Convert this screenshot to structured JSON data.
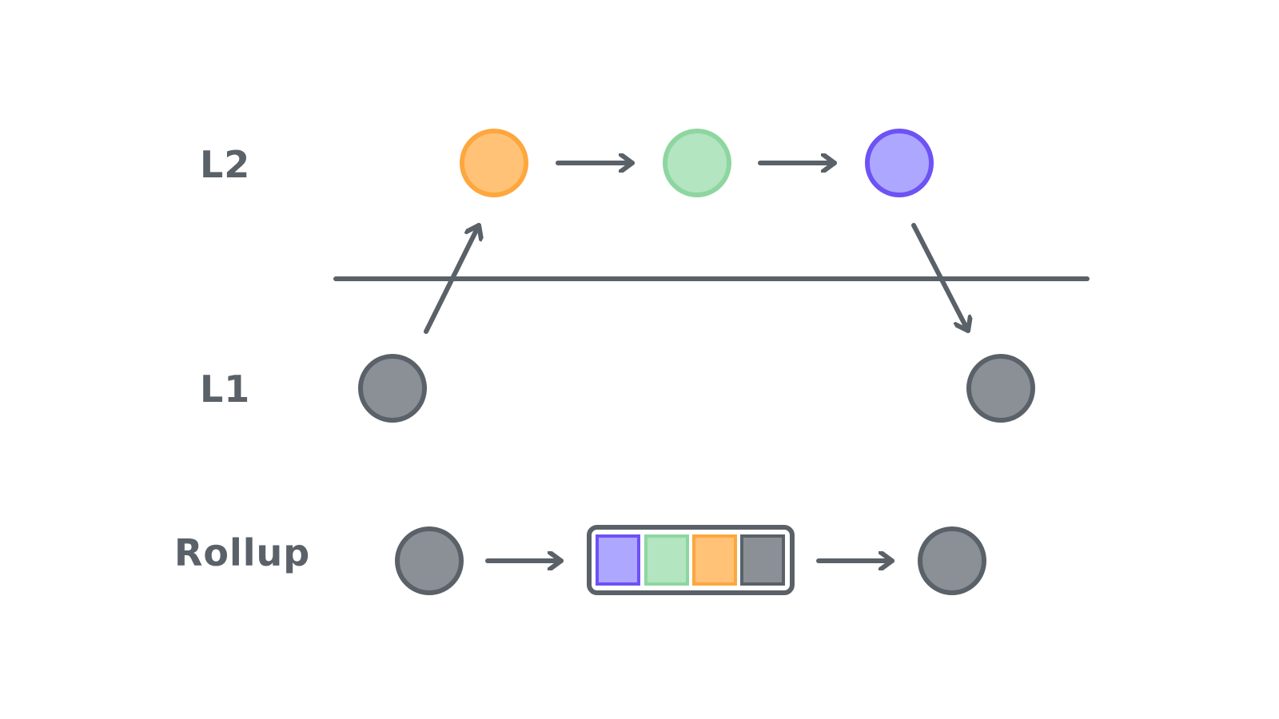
{
  "labels": {
    "l2": "L2",
    "l1": "L1",
    "rollup": "Rollup"
  },
  "colors": {
    "ink": "#5a6168",
    "gray_fill": "#8a9096",
    "orange_fill": "#ffc277",
    "orange_stroke": "#fda73e",
    "green_fill": "#b3e5c1",
    "green_stroke": "#8ed6a1",
    "purple_fill": "#aea7ff",
    "purple_stroke": "#6d52f5",
    "background": "#ffffff"
  },
  "icons": {
    "l2_nodes": [
      "orange-circle",
      "green-circle",
      "purple-circle"
    ],
    "l1_nodes": [
      "gray-circle",
      "gray-circle"
    ],
    "rollup_nodes": [
      "gray-circle",
      "batch-box",
      "gray-circle"
    ],
    "batch_cells": [
      "purple-square",
      "green-square",
      "orange-square",
      "gray-square"
    ]
  }
}
